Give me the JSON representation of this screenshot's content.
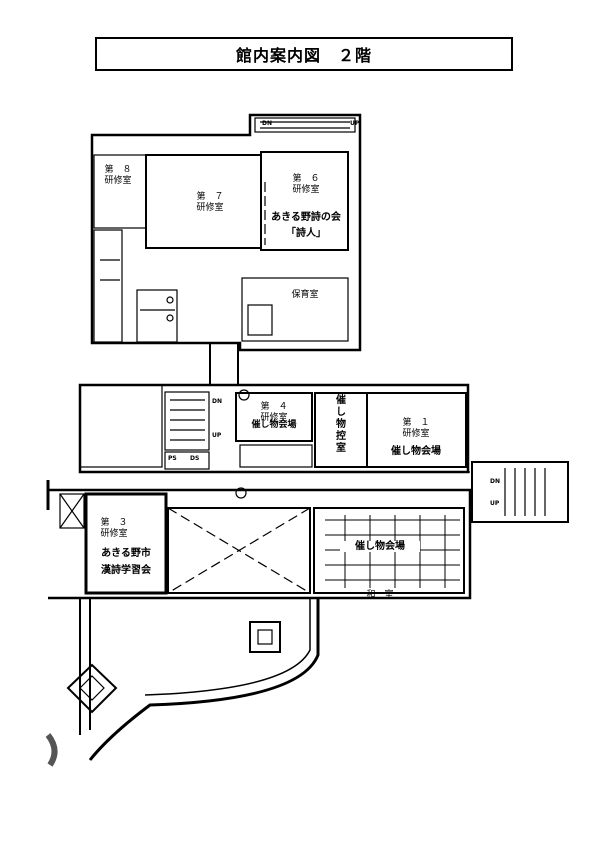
{
  "title": "館内案内図　２階",
  "rooms": {
    "room8": {
      "line1": "第　８",
      "line2": "研修室"
    },
    "room7": {
      "line1": "第　７",
      "line2": "研修室"
    },
    "room6": {
      "line1": "第　６",
      "line2": "研修室",
      "group": "あきる野詩の会",
      "group2": "「詩人」"
    },
    "hoiku": "保育室",
    "room4": {
      "line1": "第　４",
      "line2": "研修室",
      "event": "催し物会場"
    },
    "hikae": "催し物控室",
    "room1": {
      "line1": "第　１",
      "line2": "研修室",
      "event": "催し物会場"
    },
    "room3": {
      "line1": "第　３",
      "line2": "研修室",
      "group": "あきる野市",
      "group2": "漢詩学習会"
    },
    "washitsu": {
      "event": "催し物会場",
      "name": "和　室"
    }
  },
  "stair_marks": {
    "dn": "DN",
    "up": "UP",
    "ps": "PS",
    "ds": "DS"
  }
}
